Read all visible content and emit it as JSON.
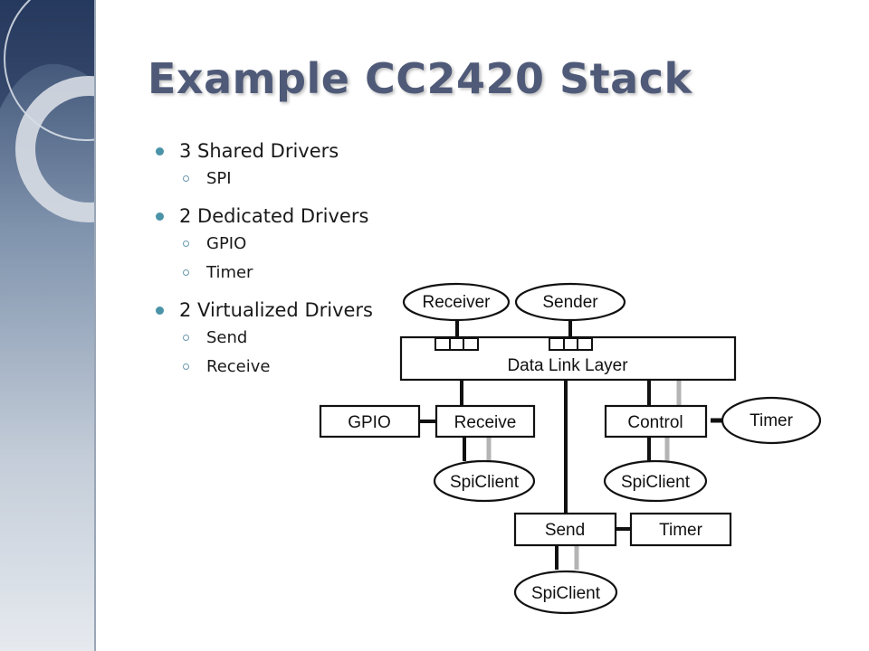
{
  "slide": {
    "title": "Example CC2420 Stack",
    "bullets": [
      {
        "text": "3 Shared Drivers",
        "sub": [
          "SPI"
        ]
      },
      {
        "text": "2 Dedicated Drivers",
        "sub": [
          "GPIO",
          "Timer"
        ]
      },
      {
        "text": "2 Virtualized Drivers",
        "sub": [
          "Send",
          "Receive"
        ]
      }
    ]
  },
  "diagram": {
    "receiver": "Receiver",
    "sender": "Sender",
    "data_link_layer": "Data Link Layer",
    "gpio": "GPIO",
    "receive": "Receive",
    "control": "Control",
    "timer_top": "Timer",
    "spiclient_left": "SpiClient",
    "spiclient_mid": "SpiClient",
    "send": "Send",
    "timer_bottom": "Timer",
    "spiclient_bottom": "SpiClient"
  },
  "colors": {
    "title": "#4f5a78",
    "bullet_dot": "#4a93a8",
    "band_dark": "#2b3f63",
    "band_light": "#c9d2dd"
  }
}
